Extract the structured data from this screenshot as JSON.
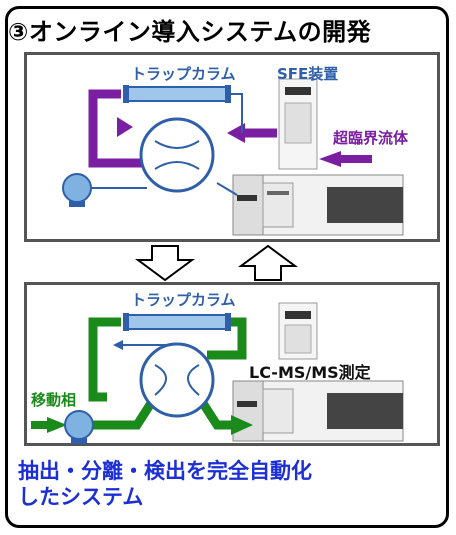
{
  "title": "③オンライン導入システムの開発",
  "panel_top": {
    "trap_column_label": "トラップカラム",
    "sfe_label": "SFE装置",
    "supercritical_label": "超臨界流体"
  },
  "panel_bottom": {
    "trap_column_label": "トラップカラム",
    "mobile_phase_label": "移動相",
    "lcms_label": "LC-MS/MS測定"
  },
  "caption": {
    "line1": "抽出・分離・検出を完全自動化",
    "line2": "したシステム"
  },
  "colors": {
    "purple": "#7b1fa2",
    "green": "#1a8a1a",
    "blue": "#2e5fa8",
    "caption_blue": "#1c2fd6"
  }
}
